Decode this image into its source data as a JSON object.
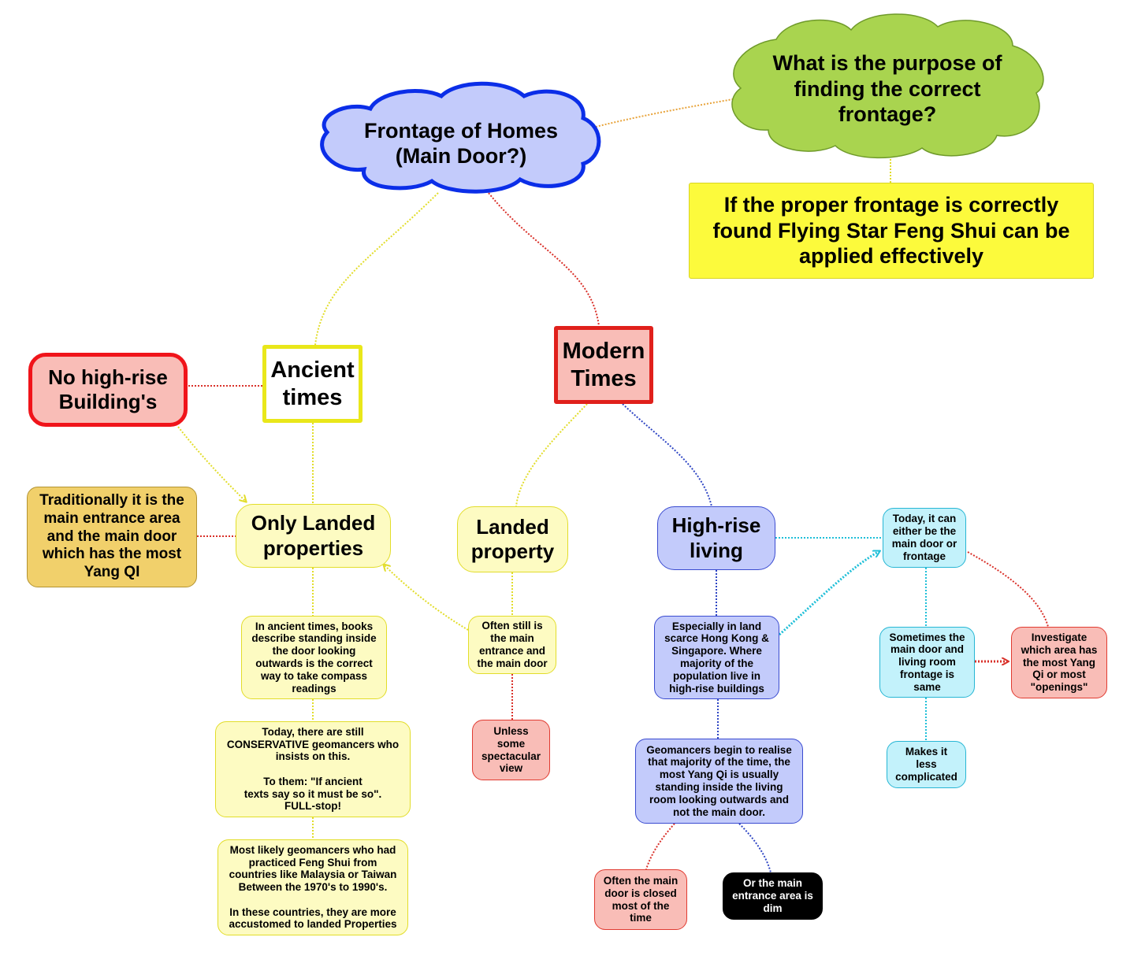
{
  "nodes": {
    "root": "Frontage of Homes\n(Main Door?)",
    "purpose_question": "What is the purpose of\nfinding the correct\nfrontage?",
    "purpose_answer": "If the proper frontage is correctly\nfound Flying Star Feng Shui can be\napplied effectively",
    "ancient_times": "Ancient\ntimes",
    "modern_times": "Modern\nTimes",
    "no_high_rise": "No high-rise\nBuilding's",
    "traditionally": "Traditionally it is the\nmain entrance area\nand the main door\nwhich has the most\nYang QI",
    "only_landed": "Only Landed\nproperties",
    "landed_property": "Landed\nproperty",
    "high_rise_living": "High-rise\nliving",
    "ancient_books": "In ancient times, books\ndescribe standing inside\nthe door looking\noutwards is the correct\nway to take compass\nreadings",
    "conservative": "Today, there are still\nCONSERVATIVE geomancers who\ninsists on this.\n\nTo them: \"If ancient\ntexts say so it must be so\".\nFULL-stop!",
    "most_likely": "Most likely geomancers who had\npracticed Feng Shui from\ncountries like Malaysia or Taiwan\nBetween the 1970's to 1990's.\n\nIn these countries, they are more\naccustomed to landed Properties",
    "often_still": "Often still is\nthe main\nentrance and\nthe main door",
    "unless_view": "Unless\nsome\nspectacular\nview",
    "especially_land": "Especially in land\nscarce Hong Kong &\nSingapore. Where\nmajority of the\npopulation live in\nhigh-rise buildings",
    "geomancers_realise": "Geomancers begin to realise\nthat majority of the time, the\nmost Yang Qi is usually\nstanding inside the living\nroom looking outwards and\nnot the main door.",
    "often_closed": "Often the main\ndoor is closed\nmost of the\ntime",
    "dim_entrance": "Or the main\nentrance area is\ndim",
    "today_either": "Today, it can\neither be the\nmain door or\nfrontage",
    "sometimes_same": "Sometimes the\nmain door and\nliving room\nfrontage is\nsame",
    "makes_less": "Makes it\nless\ncomplicated",
    "investigate": "Investigate\nwhich area has\nthe most Yang\nQi or most\n\"openings\""
  },
  "colors": {
    "cloud_blue": "#c3cbfb",
    "cloud_blue_border": "#0b2ee8",
    "cloud_green": "#a9d44f",
    "cloud_green_border": "#6f9a2a",
    "banner_yellow": "#fcfa3c",
    "ancient_border": "#e9e71a",
    "modern_border": "#e0201b",
    "modern_fill": "#f9bdb7",
    "no_high_rise_border": "#f0141a",
    "traditionally_fill": "#f1d06b",
    "dim_fill": "#000000",
    "link_yellow": "#e2dd2a",
    "link_red": "#d9312a",
    "link_blue": "#2f46c4",
    "link_cyan": "#1fbfd8",
    "link_orange": "#e8a33a"
  }
}
